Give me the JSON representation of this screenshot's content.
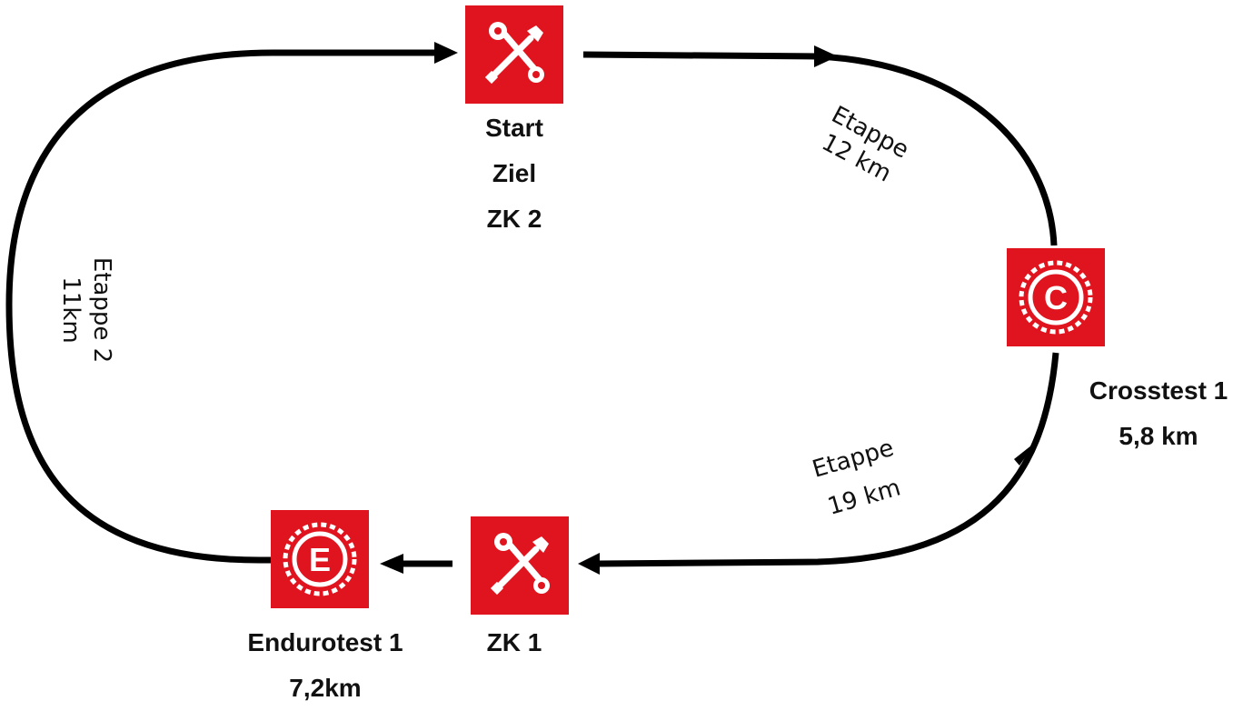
{
  "colors": {
    "accent": "#e0141e",
    "line": "#000000",
    "text": "#111111"
  },
  "stations": {
    "start": {
      "icon": "wrench-screwdriver-icon",
      "lines": [
        "Start",
        "Ziel",
        "ZK 2"
      ]
    },
    "crosstest": {
      "icon": "cross-test-c-badge-icon",
      "badge_letter": "C",
      "lines": [
        "Crosstest 1",
        "5,8 km"
      ]
    },
    "zk1": {
      "icon": "wrench-screwdriver-icon",
      "lines": [
        "ZK 1"
      ]
    },
    "endurotest": {
      "icon": "enduro-test-e-badge-icon",
      "badge_letter": "E",
      "lines": [
        "Endurotest 1",
        "7,2km"
      ]
    }
  },
  "stages": {
    "stage_12": [
      "Etappe",
      "12 km"
    ],
    "stage_19": [
      "Etappe",
      "19 km"
    ],
    "stage_11": [
      "Etappe 2",
      "11km"
    ]
  }
}
